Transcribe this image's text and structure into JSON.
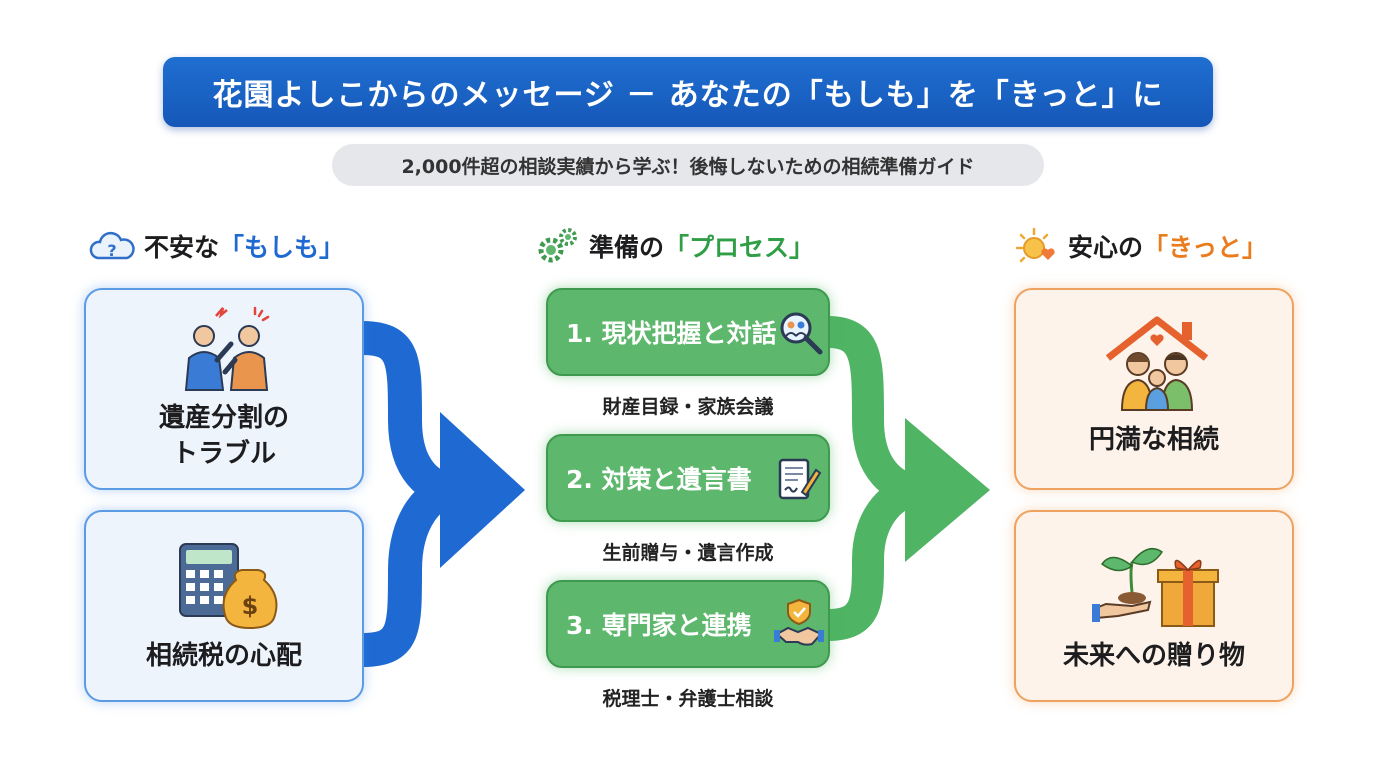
{
  "title": "花園よしこからのメッセージ － あなたの「もしも」を「きっと」に",
  "subtitle": "2,000件超の相談実績から学ぶ！後悔しないための相続準備ガイド",
  "columns": {
    "left": {
      "heading_prefix": "不安な",
      "heading_highlight": "「もしも」",
      "icon": "worried-cloud-icon",
      "cards": [
        {
          "label_line1": "遺産分割の",
          "label_line2": "トラブル",
          "icon": "arguing-people-icon"
        },
        {
          "label": "相続税の心配",
          "icon": "calculator-money-bag-icon"
        }
      ],
      "color": "#1e6ad2"
    },
    "middle": {
      "heading_prefix": "準備の",
      "heading_highlight": "「プロセス」",
      "icon": "gears-icon",
      "steps": [
        {
          "label": "1. 現状把握と対話",
          "sub": "財産目録・家族会議",
          "icon": "magnifier-people-icon"
        },
        {
          "label": "2. 対策と遺言書",
          "sub": "生前贈与・遺言作成",
          "icon": "document-pen-icon"
        },
        {
          "label": "3. 専門家と連携",
          "sub": "税理士・弁護士相談",
          "icon": "handshake-shield-icon"
        }
      ],
      "color": "#2f9e46"
    },
    "right": {
      "heading_prefix": "安心の",
      "heading_highlight": "「きっと」",
      "icon": "sun-heart-icon",
      "cards": [
        {
          "label": "円満な相続",
          "icon": "family-house-icon"
        },
        {
          "label": "未来への贈り物",
          "icon": "sprout-gift-icon"
        }
      ],
      "color": "#ea7c1e"
    }
  }
}
